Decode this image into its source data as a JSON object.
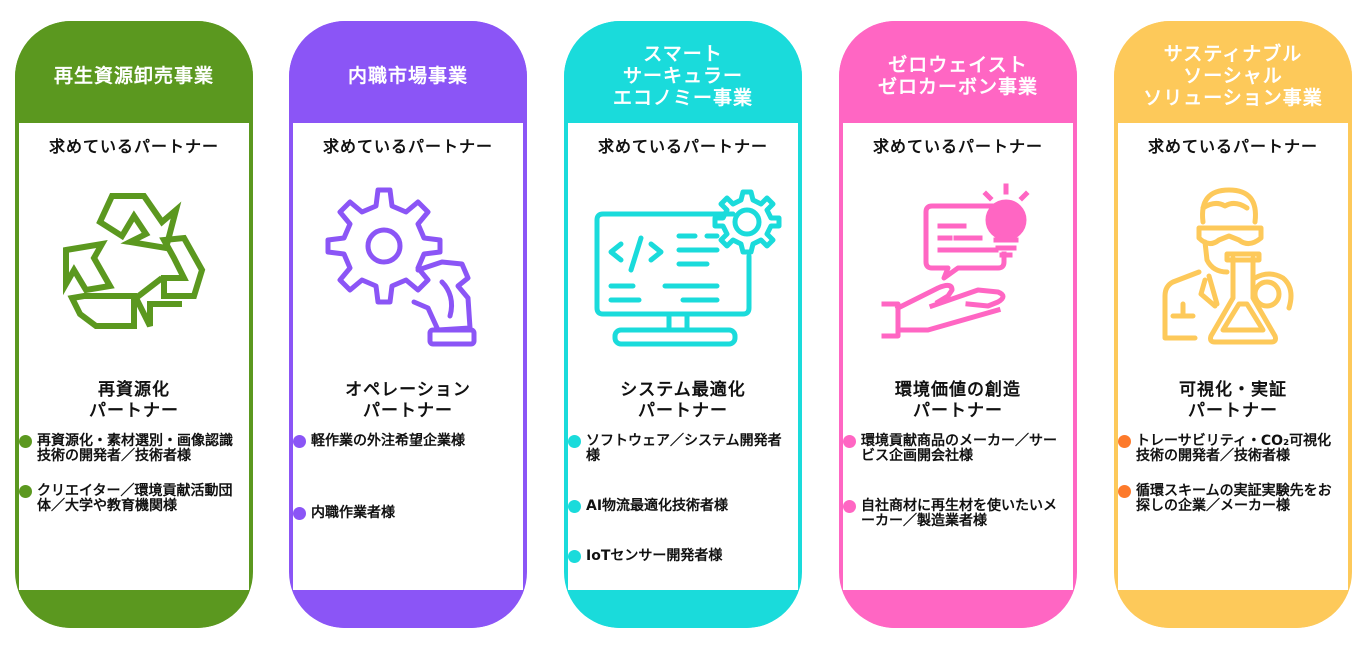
{
  "common": {
    "sought_partner_label": "求めているパートナー"
  },
  "cards": [
    {
      "business": "再生資源卸売事業",
      "color": "#5b981f",
      "icon": "recycle-icon",
      "partner_title": "再資源化\nパートナー",
      "bullet_color": "#5b981f",
      "targets": [
        "再資源化・素材選別・画像認識技術の開発者／技術者様",
        "クリエイター／環境貢献活動団体／大学や教育機関様"
      ]
    },
    {
      "business": "内職市場事業",
      "color": "#8b55f6",
      "icon": "puzzle-gear-hand-icon",
      "partner_title": "オペレーション\nパートナー",
      "bullet_color": "#8b55f6",
      "targets": [
        "軽作業の外注希望企業様",
        "内職作業者様"
      ]
    },
    {
      "business": "スマート\nサーキュラー\nエコノミー事業",
      "color": "#1adbdb",
      "icon": "monitor-code-gear-icon",
      "partner_title": "システム最適化\nパートナー",
      "bullet_color": "#1adbdb",
      "targets": [
        "ソフトウェア／システム開発者様",
        "AI物流最適化技術者様",
        "IoTセンサー開発者様"
      ]
    },
    {
      "business": "ゼロウェイスト\nゼロカーボン事業",
      "color": "#ff66c3",
      "icon": "hand-lightbulb-idea-icon",
      "partner_title": "環境価値の創造\nパートナー",
      "bullet_color": "#ff66c3",
      "targets": [
        "環境貢献商品のメーカー／サービス企画開会社様",
        "自社商材に再生材を使いたいメーカー／製造業者様"
      ]
    },
    {
      "business": "サスティナブル\nソーシャル\nソリューション事業",
      "color": "#fdc95a",
      "icon": "scientist-flask-icon",
      "partner_title": "可視化・実証\nパートナー",
      "bullet_color": "#fd7a2b",
      "targets": [
        "トレーサビリティ・CO₂可視化技術の開発者／技術者様",
        "循環スキームの実証実験先をお探しの企業／メーカー様"
      ]
    }
  ]
}
